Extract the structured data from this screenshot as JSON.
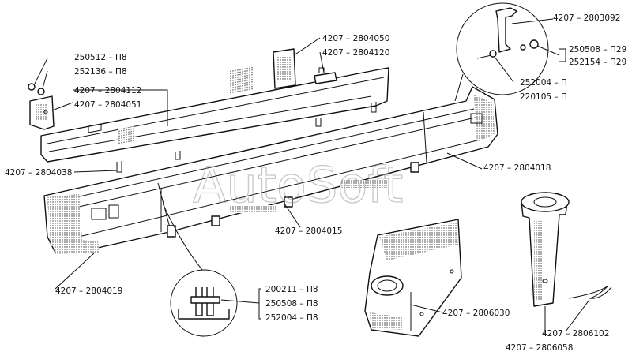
{
  "watermark": "AutoSoft",
  "labels": {
    "l_250512": "250512 – П8",
    "l_252136": "252136 – П8",
    "l_2804112": "4207 – 2804112",
    "l_2804051": "4207 – 2804051",
    "l_2804050": "4207 – 2804050",
    "l_2804120": "4207 – 2804120",
    "l_2803092": "4207 – 2803092",
    "l_250508a": "250508 – П29",
    "l_252154": "252154 – П29",
    "l_252004a": "252004 – П",
    "l_220105": "220105 – П",
    "l_2804038": "4207 – 2804038",
    "l_2804018": "4207 – 2804018",
    "l_2804015": "4207 – 2804015",
    "l_2804019": "4207 – 2804019",
    "l_200211": "200211 – П8",
    "l_250508b": "250508 – П8",
    "l_252004b": "252004 – П8",
    "l_2806030": "4207 – 2806030",
    "l_2806102": "4207 – 2806102",
    "l_2806058": "4207 – 2806058"
  }
}
